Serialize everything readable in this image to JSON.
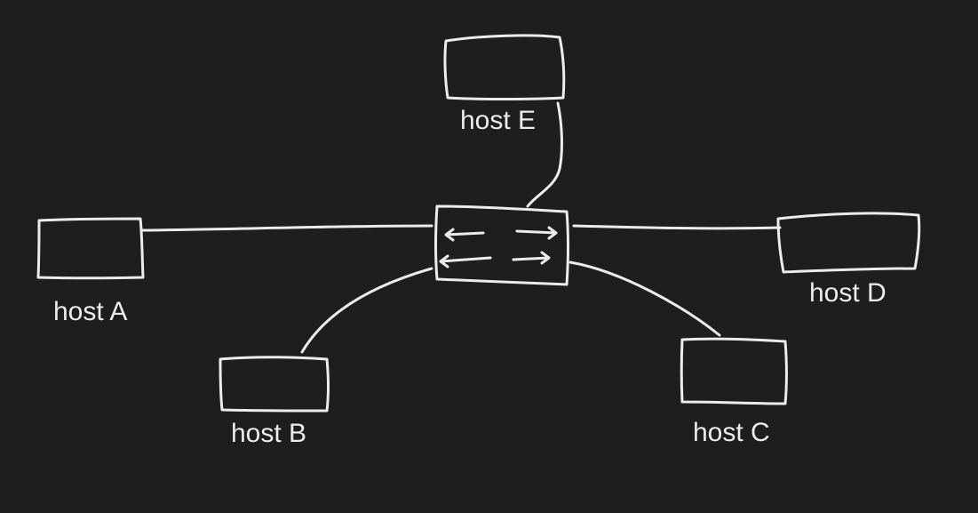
{
  "background": "#1e1e1e",
  "stroke_color": "#ececec",
  "switch": {
    "icon": "network-switch-icon"
  },
  "hosts": {
    "a": {
      "label": "host A"
    },
    "b": {
      "label": "host B"
    },
    "c": {
      "label": "host C"
    },
    "d": {
      "label": "host D"
    },
    "e": {
      "label": "host E"
    }
  }
}
